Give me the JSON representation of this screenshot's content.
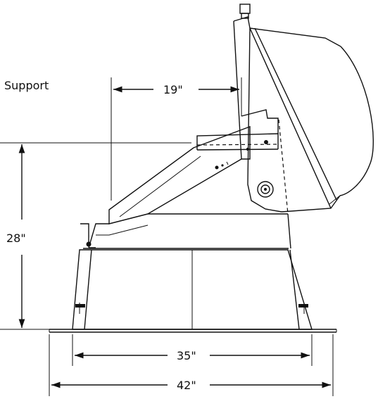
{
  "labels": {
    "support": "Support",
    "dim_height": "28\"",
    "dim_arm": "19\"",
    "dim_base_inner": "35\"",
    "dim_base_outer": "42\""
  },
  "colors": {
    "line": "#111111",
    "background": "#ffffff"
  }
}
